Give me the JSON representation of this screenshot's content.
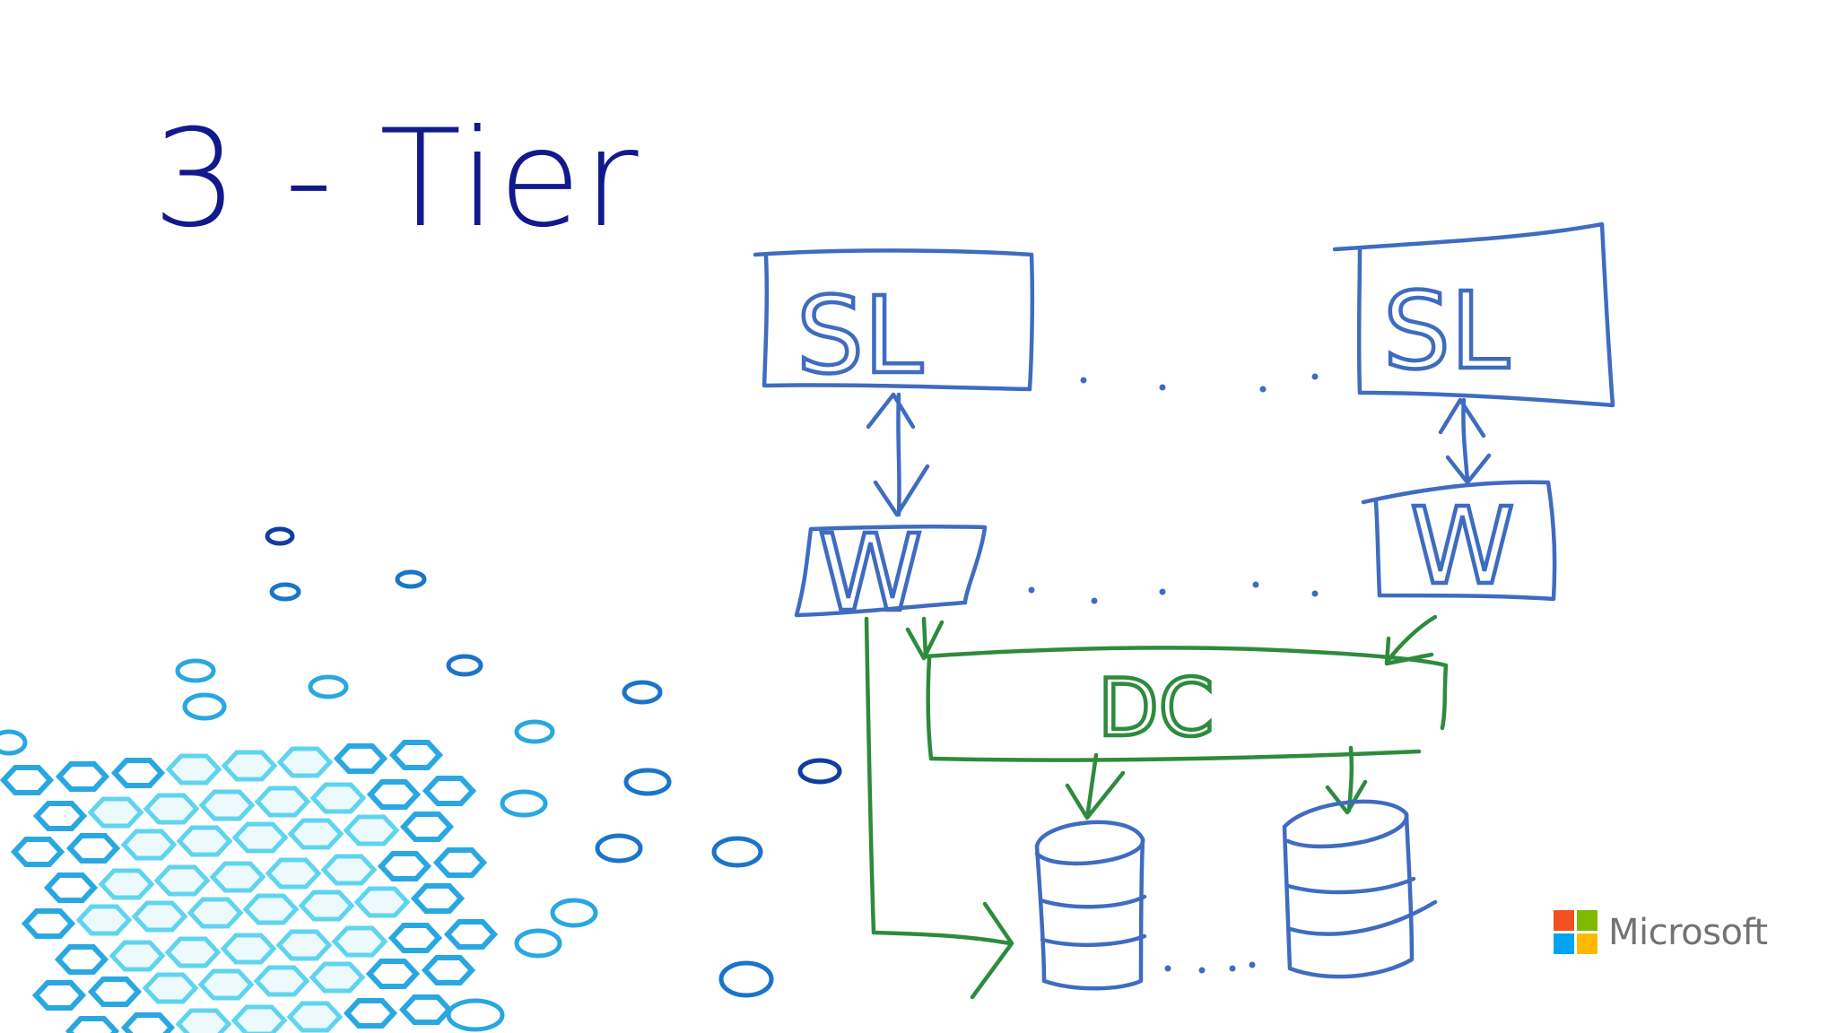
{
  "slide": {
    "title": "3 - Tier"
  },
  "diagram": {
    "labels": {
      "sl_left": "SL",
      "sl_right": "SL",
      "w_left": "W",
      "w_right": "W",
      "dc": "DC"
    },
    "colors": {
      "ink_blue": "#3f6cc0",
      "ink_green": "#2e8b3e",
      "title": "#11198c"
    }
  },
  "brand": {
    "name": "Microsoft",
    "logo_colors": [
      "#f25022",
      "#7fba00",
      "#00a4ef",
      "#ffb900"
    ]
  },
  "decoration": {
    "name": "hexagon-pattern",
    "colors": [
      "#29a7e1",
      "#5fd4ef",
      "#1a75c9",
      "#0e3fa0"
    ]
  }
}
